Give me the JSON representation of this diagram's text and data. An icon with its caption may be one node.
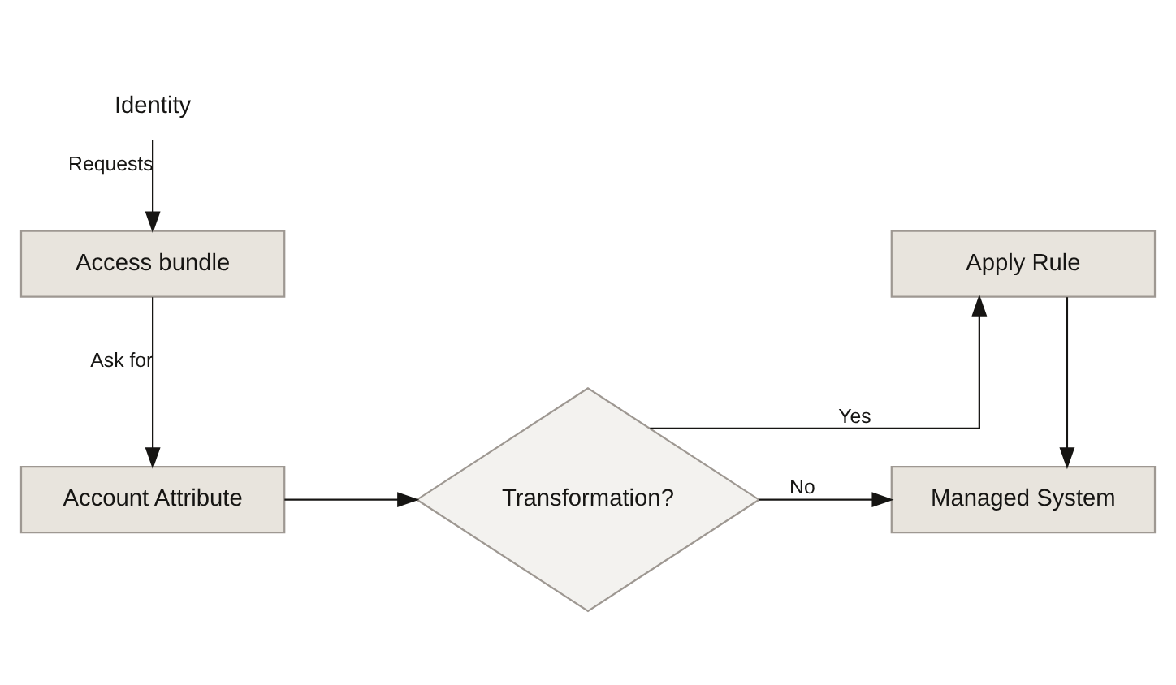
{
  "diagram": {
    "nodes": [
      {
        "text": [
          "Identity"
        ]
      },
      {
        "text": [
          "Access bundle"
        ]
      },
      {
        "text": [
          "Account Attribute"
        ]
      },
      {
        "text": [
          "Transformation?"
        ]
      },
      {
        "text": [
          "Apply Rule"
        ]
      },
      {
        "text": [
          "Managed System"
        ]
      }
    ],
    "edges": [
      {
        "from": 0,
        "to": 1,
        "arrow": "to",
        "label": "Requests"
      },
      {
        "from": 1,
        "to": 2,
        "arrow": "to",
        "label": "Ask for"
      },
      {
        "from": 2,
        "to": 3,
        "arrow": "to"
      },
      {
        "from": 3,
        "to": 4,
        "arrow": "to",
        "label": "Yes"
      },
      {
        "from": 3,
        "to": 5,
        "arrow": "to",
        "label": "No"
      },
      {
        "from": 4,
        "to": 5,
        "arrow": "to"
      }
    ]
  }
}
